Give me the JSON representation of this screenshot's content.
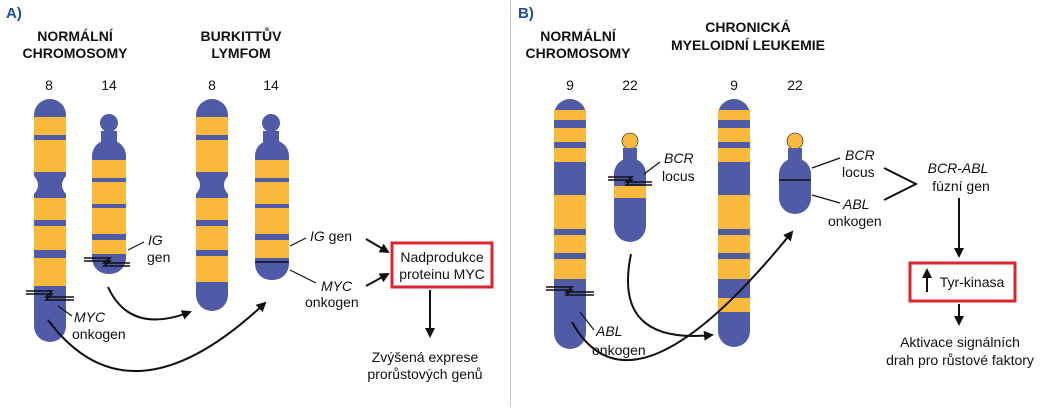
{
  "panel_a": {
    "label": "A)",
    "heading_normal": [
      "NORMÁLNÍ",
      "CHROMOSOMY"
    ],
    "heading_disease": [
      "BURKITTŮV",
      "LYMFOM"
    ],
    "chrom_numbers": [
      "8",
      "14",
      "8",
      "14"
    ],
    "ig_gene_left": {
      "it": "IG",
      "rest": "gen"
    },
    "myc_left": {
      "it": "MYC",
      "rest": "onkogen"
    },
    "ig_gene_right": {
      "it": "IG",
      "rest": " gen"
    },
    "myc_right": {
      "it": "MYC",
      "rest": "onkogen"
    },
    "box": [
      "Nadprodukce",
      "proteinu MYC"
    ],
    "result": [
      "Zvýšená exprese",
      "prorůstových genů"
    ]
  },
  "panel_b": {
    "label": "B)",
    "heading_normal": [
      "NORMÁLNÍ",
      "CHROMOSOMY"
    ],
    "heading_disease": [
      "CHRONICKÁ",
      "MYELOIDNÍ LEUKEMIE"
    ],
    "chrom_numbers": [
      "9",
      "22",
      "9",
      "22"
    ],
    "bcr_locus_left": {
      "it": "BCR",
      "rest": "locus"
    },
    "abl_left": {
      "it": "ABL",
      "rest": "onkogen"
    },
    "bcr_locus_right": {
      "it": "BCR",
      "rest": "locus"
    },
    "abl_right": {
      "it": "ABL",
      "rest": "onkogen"
    },
    "fusion": {
      "it": "BCR-ABL",
      "rest": "fúzní gen"
    },
    "box": "Tyr-kinasa",
    "result": [
      "Aktivace signálních",
      "drah pro růstové faktory"
    ]
  },
  "colors": {
    "chromosome_yellow": "#f8b93c",
    "chromosome_blue": "#4f5ba6",
    "highlight_box": "#d9252b",
    "label_blue": "#1f4e9a"
  }
}
